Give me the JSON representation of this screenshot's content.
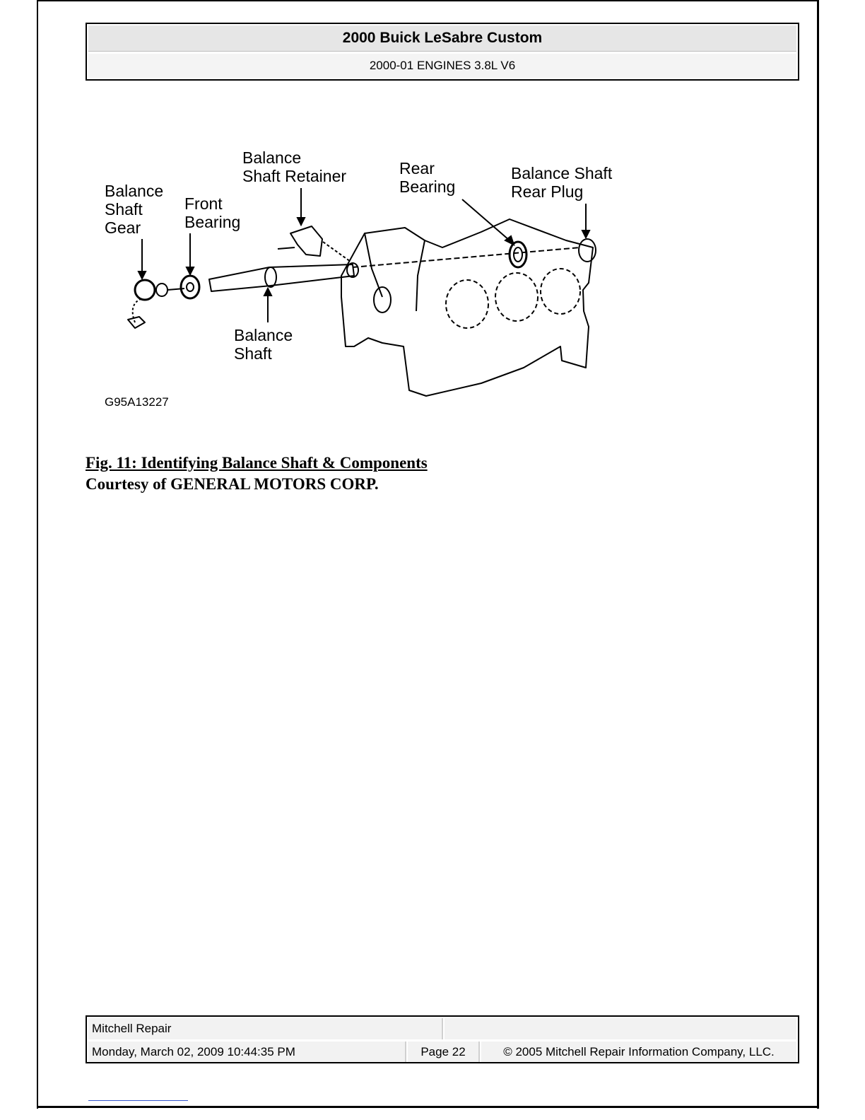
{
  "header": {
    "title": "2000 Buick LeSabre Custom",
    "subtitle": "2000-01 ENGINES 3.8L V6"
  },
  "figure": {
    "labels": {
      "balance_shaft_retainer_1": "Balance",
      "balance_shaft_retainer_2": "Shaft Retainer",
      "rear_bearing_1": "Rear",
      "rear_bearing_2": "Bearing",
      "rear_plug_1": "Balance Shaft",
      "rear_plug_2": "Rear Plug",
      "gear_1": "Balance",
      "gear_2": "Shaft",
      "gear_3": "Gear",
      "front_bearing_1": "Front",
      "front_bearing_2": "Bearing",
      "balance_shaft_1": "Balance",
      "balance_shaft_2": "Shaft"
    },
    "code": "G95A13227"
  },
  "caption": {
    "title": "Fig. 11: Identifying Balance Shaft & Components",
    "courtesy": "Courtesy of GENERAL MOTORS CORP."
  },
  "footer": {
    "source": "Mitchell Repair",
    "datetime": "Monday, March 02, 2009 10:44:35 PM",
    "page": "Page 22",
    "copyright": "© 2005 Mitchell Repair Information Company, LLC."
  }
}
